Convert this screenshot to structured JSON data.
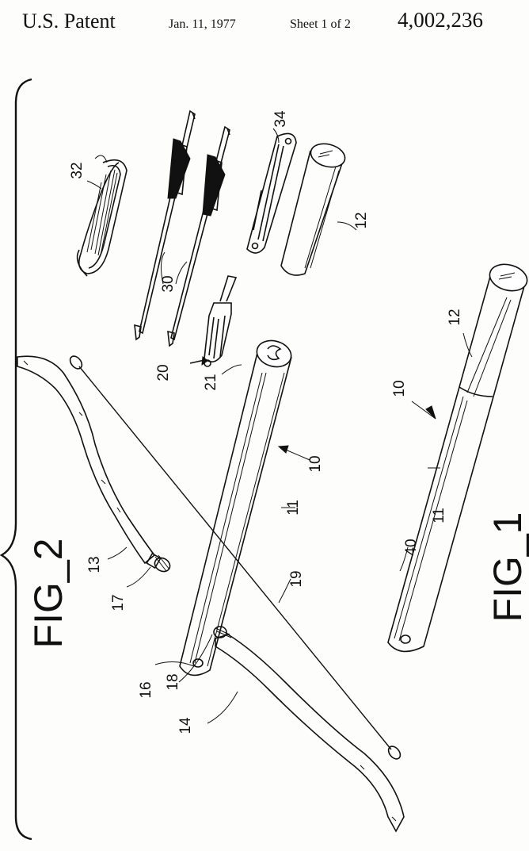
{
  "header": {
    "title": "U.S. Patent",
    "date": "Jan. 11, 1977",
    "sheet": "Sheet 1 of 2",
    "patent_number": "4,002,236"
  },
  "figures": {
    "fig1": "FIG_1",
    "fig2": "FIG_2"
  },
  "labels": {
    "l32": "32",
    "l34": "34",
    "l30": "30",
    "l12_top": "12",
    "l20": "20",
    "l21": "21",
    "l10_fig2": "10",
    "l12_fig1": "12",
    "l10_fig1": "10",
    "l11_fig2": "11",
    "l11_fig1": "11",
    "l40": "40",
    "l13": "13",
    "l17": "17",
    "l19": "19",
    "l16": "16",
    "l18": "18",
    "l14": "14"
  }
}
